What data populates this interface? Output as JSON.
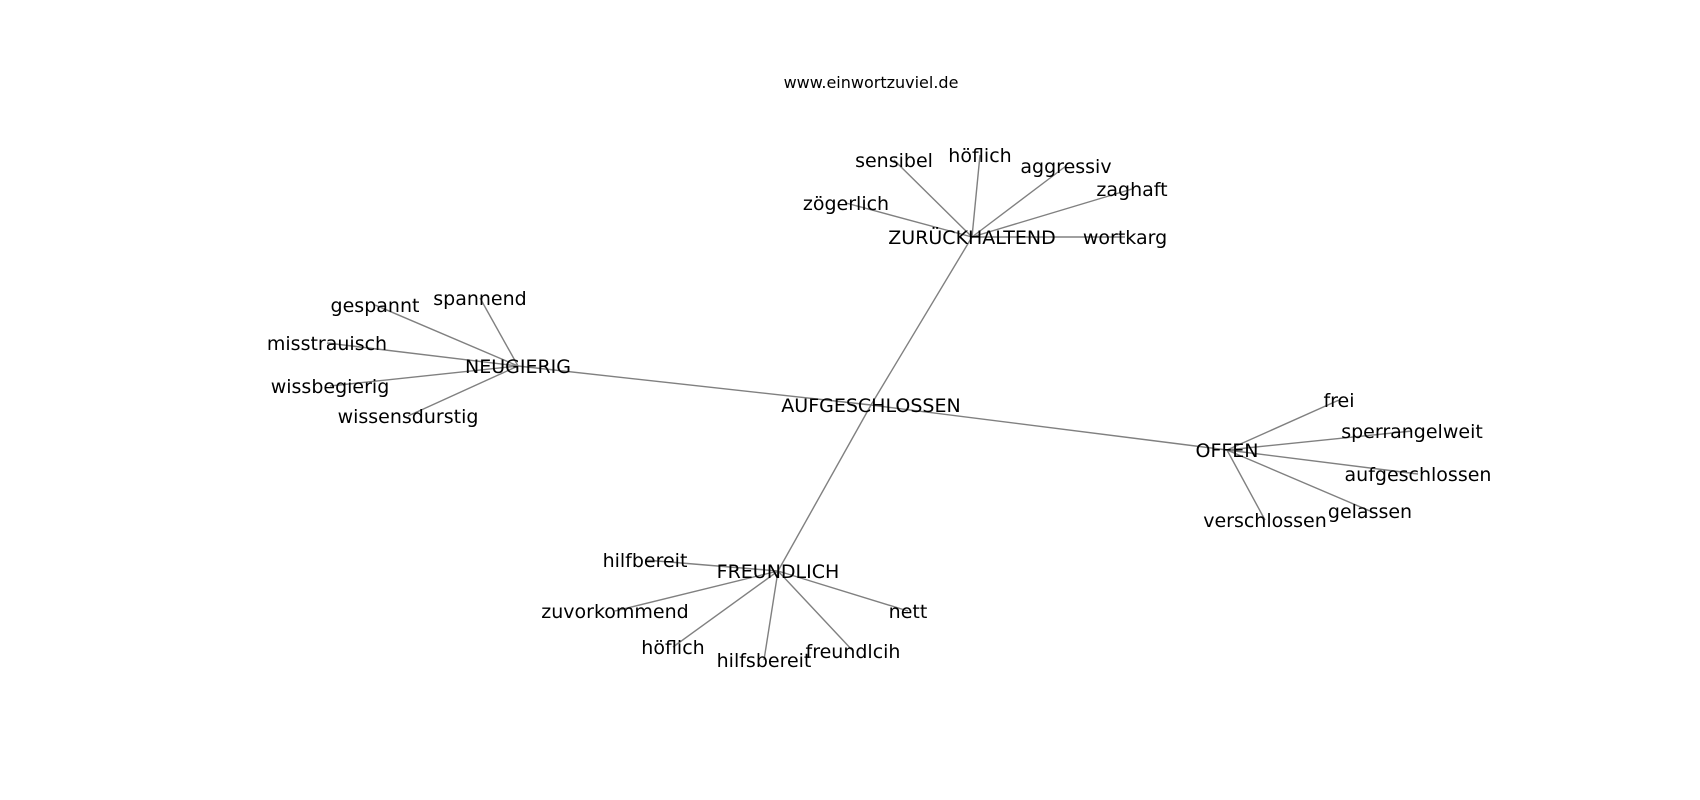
{
  "header": {
    "site": "www.einwortzuviel.de"
  },
  "graph": {
    "center": "AUFGESCHLOSSEN",
    "clusters": [
      {
        "label": "ZURÜCKHALTEND",
        "words": [
          "zögerlich",
          "sensibel",
          "höflich",
          "aggressiv",
          "zaghaft",
          "wortkarg"
        ]
      },
      {
        "label": "NEUGIERIG",
        "words": [
          "spannend",
          "gespannt",
          "misstrauisch",
          "wissbegierig",
          "wissensdurstig"
        ]
      },
      {
        "label": "OFFEN",
        "words": [
          "frei",
          "sperrangelweit",
          "aufgeschlossen",
          "gelassen",
          "verschlossen"
        ]
      },
      {
        "label": "FREUNDLICH",
        "words": [
          "hilfbereit",
          "zuvorkommend",
          "höflich",
          "hilfsbereit",
          "freundlcih",
          "nett"
        ]
      }
    ]
  },
  "colors": {
    "edge": "#808080",
    "text": "#000000",
    "background": "#ffffff"
  }
}
